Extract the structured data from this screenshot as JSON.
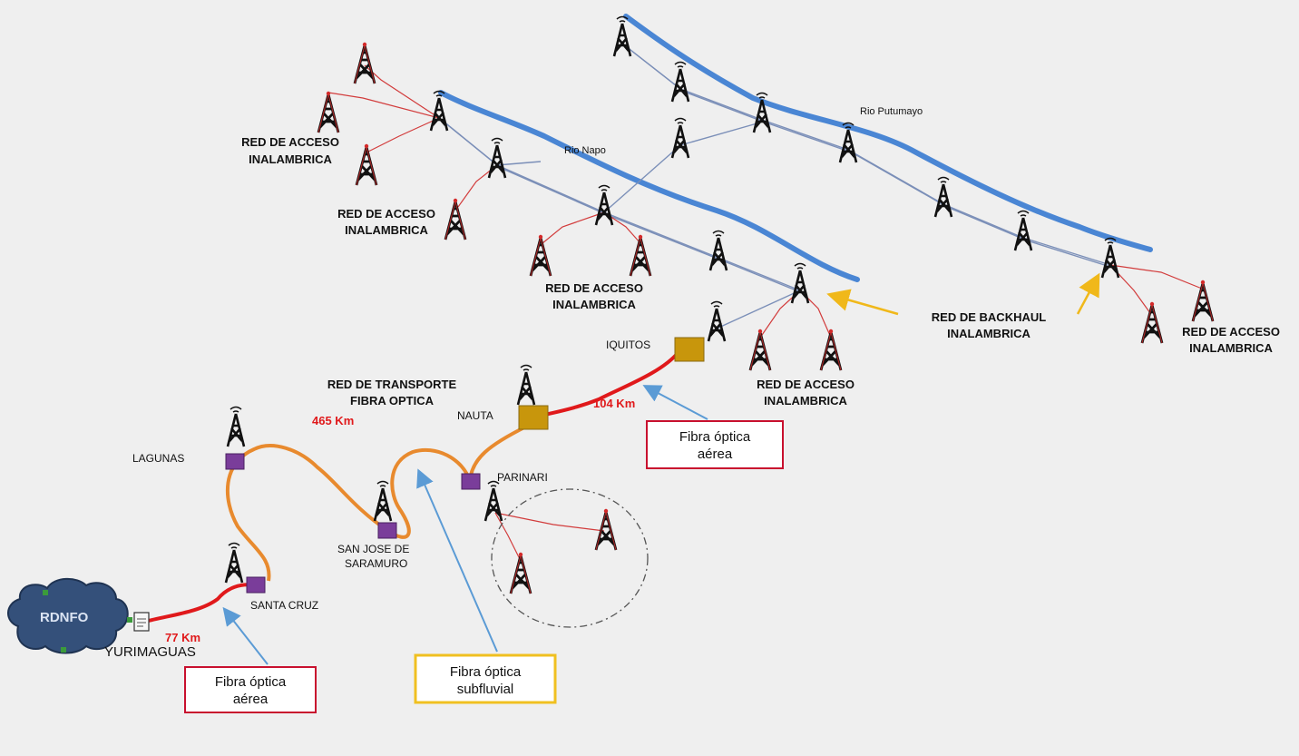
{
  "rivers": {
    "napo": "Rio Napo",
    "putumayo": "Rio Putumayo"
  },
  "labels": {
    "access_1_line1": "RED DE ACCESO",
    "access_1_line2": "INALAMBRICA",
    "access_2_line1": "RED DE ACCESO",
    "access_2_line2": "INALAMBRICA",
    "access_3_line1": "RED DE ACCESO",
    "access_3_line2": "INALAMBRICA",
    "access_4_line1": "RED DE ACCESO",
    "access_4_line2": "INALAMBRICA",
    "access_5_line1": "RED DE ACCESO",
    "access_5_line2": "INALAMBRICA",
    "backhaul_line1": "RED DE BACKHAUL",
    "backhaul_line2": "INALAMBRICA",
    "transport_line1": "RED DE TRANSPORTE",
    "transport_line2": "FIBRA OPTICA"
  },
  "cities": {
    "iquitos": "IQUITOS",
    "nauta": "NAUTA",
    "parinari": "PARINARI",
    "lagunas": "LAGUNAS",
    "san_jose_line1": "SAN JOSE DE",
    "san_jose_line2": "SARAMURO",
    "santa_cruz": "SANTA CRUZ",
    "yurimaguas": "YURIMAGUAS"
  },
  "distances": {
    "d465": "465 Km",
    "d104": "104 Km",
    "d77": "77 Km"
  },
  "cloud": "RDNFO",
  "boxes": {
    "aerea_top_line1": "Fibra óptica",
    "aerea_top_line2": "aérea",
    "aerea_bottom_line1": "Fibra óptica",
    "aerea_bottom_line2": "aérea",
    "subfluvial_line1": "Fibra óptica",
    "subfluvial_line2": "subfluvial"
  },
  "colors": {
    "river": "#4a86d4",
    "fiber_red": "#e0191b",
    "fiber_orange": "#e88a2e",
    "node_purple": "#7a3d9a",
    "node_gold": "#c8960c",
    "box_red": "#c8102e",
    "box_yellow": "#f0c020",
    "arrow_blue": "#5b9bd5",
    "arrow_yellow": "#f0b81a",
    "cloud": "#34507a"
  }
}
